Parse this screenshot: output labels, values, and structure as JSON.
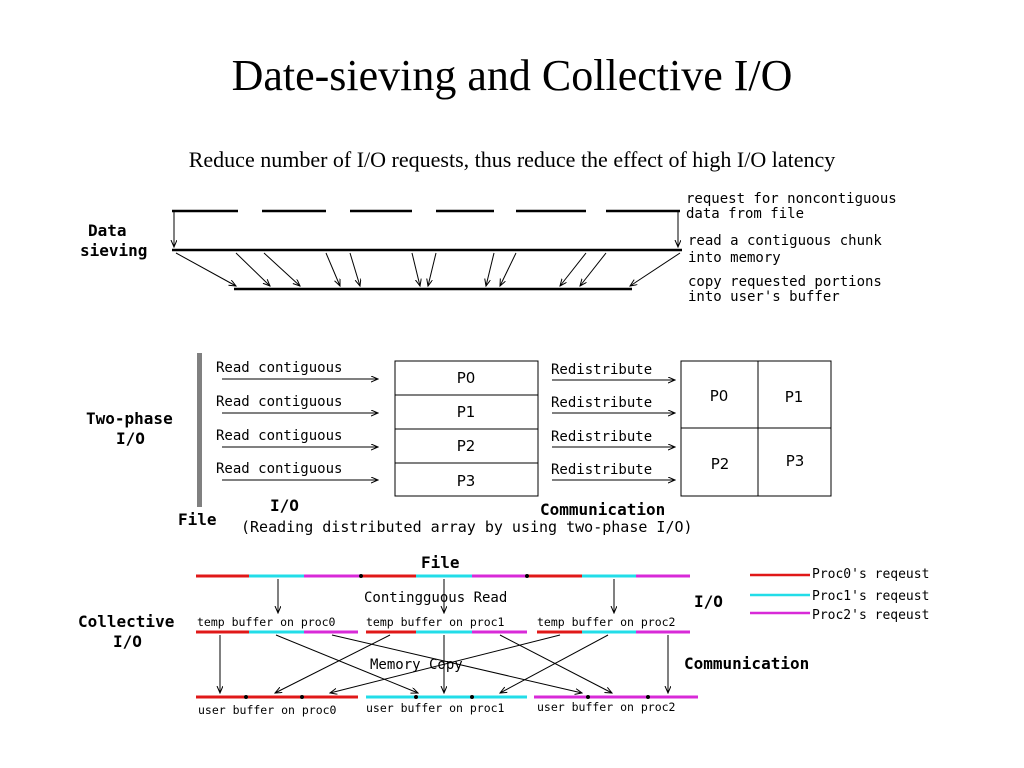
{
  "title": "Date-sieving and Collective I/O",
  "subtitle": "Reduce number of I/O requests, thus reduce the effect of  high I/O latency",
  "data_sieving": {
    "label_line1": "Data",
    "label_line2": "sieving",
    "note1_line1": "request for noncontiguous",
    "note1_line2": "data from file",
    "note2_line1": "read a contiguous chunk",
    "note2_line2": "into memory",
    "note3_line1": "copy requested portions",
    "note3_line2": "into user's buffer"
  },
  "two_phase": {
    "label_line1": "Two-phase",
    "label_line2": "I/O",
    "file_label": "File",
    "read_labels": [
      "Read contiguous",
      "Read contiguous",
      "Read contiguous",
      "Read contiguous"
    ],
    "procs": [
      "P0",
      "P1",
      "P2",
      "P3"
    ],
    "redistribute_labels": [
      "Redistribute",
      "Redistribute",
      "Redistribute",
      "Redistribute"
    ],
    "io_label": "I/O",
    "communication_label": "Communication",
    "caption": "(Reading distributed array by using two-phase I/O)"
  },
  "collective": {
    "label_line1": "Collective",
    "label_line2": "I/O",
    "file_label": "File",
    "contiguous_read": "Contingguous Read",
    "io_label": "I/O",
    "memory_copy": "Memory   Copy",
    "communication_label": "Communication",
    "temp_buffers": [
      "temp buffer on proc0",
      "temp buffer on proc1",
      "temp buffer on proc2"
    ],
    "user_buffers": [
      "user buffer on proc0",
      "user buffer on proc1",
      "user buffer on proc2"
    ],
    "legend": [
      {
        "label": "Proc0's reqeust",
        "color": "#e01818"
      },
      {
        "label": "Proc1's reqeust",
        "color": "#22dde8"
      },
      {
        "label": "Proc2's reqeust",
        "color": "#d82ad8"
      }
    ]
  }
}
